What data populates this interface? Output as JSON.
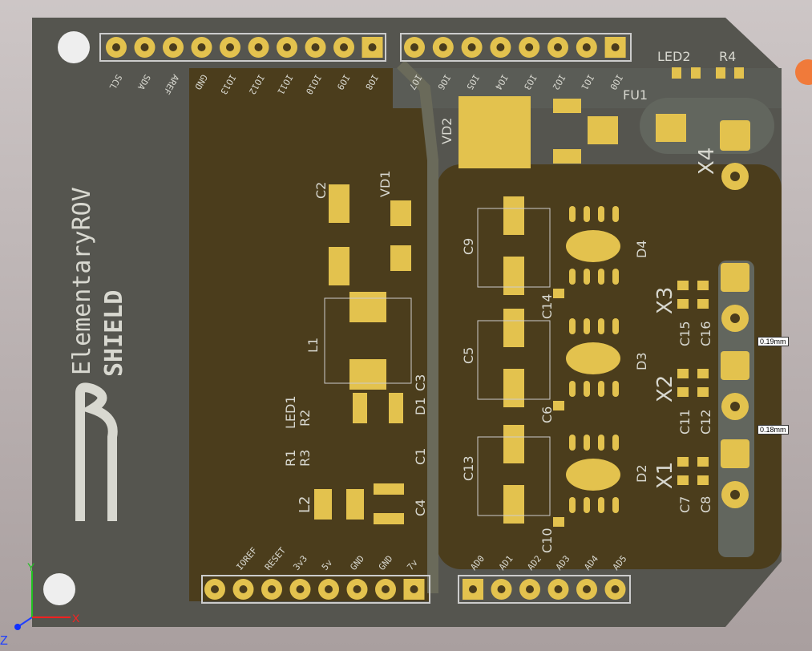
{
  "board": {
    "title_line1": "ElementaryROV",
    "title_line2": "SHIELD",
    "colors": {
      "board": "#55554f",
      "pour": "#4b3d1c",
      "pad": "#e3c24e",
      "silk": "#d8d8d0"
    }
  },
  "header_top_left": [
    "SCL",
    "SDA",
    "AREF",
    "GND",
    "IO13",
    "IO12",
    "IO11",
    "IO10",
    "IO9",
    "IO8"
  ],
  "header_top_right": [
    "IO7",
    "IO6",
    "IO5",
    "IO4",
    "IO3",
    "IO2",
    "IO1",
    "IO0"
  ],
  "header_bottom_left": [
    "IOREF",
    "RESET",
    "3v3",
    "5v",
    "GND",
    "GND",
    "7v"
  ],
  "header_bottom_right": [
    "AD0",
    "AD1",
    "AD2",
    "AD3",
    "AD4",
    "AD5"
  ],
  "refdes": {
    "LED2": "LED2",
    "R4": "R4",
    "FU1": "FU1",
    "VD2": "VD2",
    "X4": "X4",
    "C2": "C2",
    "VD1": "VD1",
    "C9": "C9",
    "D4": "D4",
    "X3": "X3",
    "C14": "C14",
    "C15": "C15",
    "C16": "C16",
    "L1": "L1",
    "C5": "C5",
    "D3": "D3",
    "X2": "X2",
    "LED1": "LED1",
    "R2": "R2",
    "D1": "D1",
    "C3": "C3",
    "C6": "C6",
    "C11": "C11",
    "C12": "C12",
    "R1": "R1",
    "R3": "R3",
    "C1": "C1",
    "C13": "C13",
    "D2": "D2",
    "X1": "X1",
    "L2": "L2",
    "C4": "C4",
    "C7": "C7",
    "C8": "C8",
    "C10": "C10"
  },
  "measurements": [
    "0.19mm",
    "0.18mm"
  ],
  "axes": {
    "x": "X",
    "y": "Y",
    "z": "Z"
  }
}
